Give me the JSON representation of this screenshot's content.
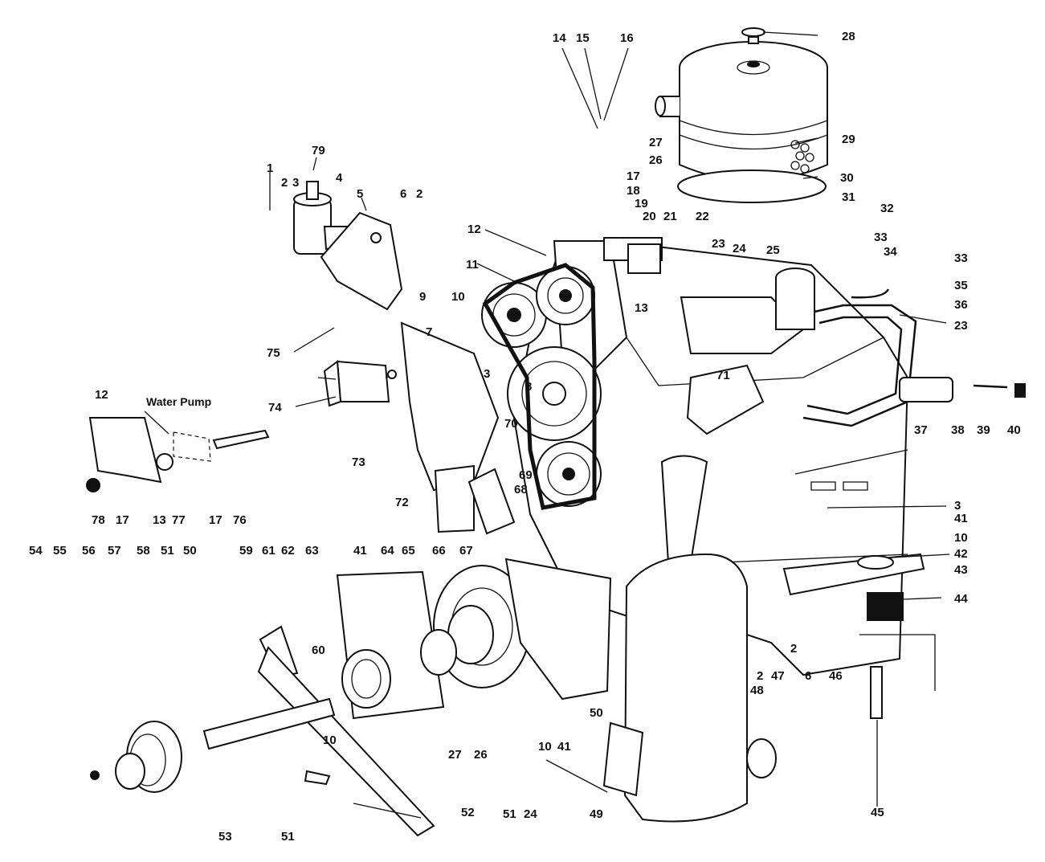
{
  "labels": {
    "water_pump": "Water Pump",
    "n14": "14",
    "n15": "15",
    "n16": "16",
    "n28": "28",
    "n79": "79",
    "n1": "1",
    "n2a": "2",
    "n3a": "3",
    "n4": "4",
    "n5": "5",
    "n6a": "6",
    "n2b": "2",
    "n17a": "17",
    "n18": "18",
    "n19": "19",
    "n20": "20",
    "n21": "21",
    "n22": "22",
    "n27a": "27",
    "n26a": "26",
    "n29": "29",
    "n30": "30",
    "n31": "31",
    "n32": "32",
    "n12a": "12",
    "n11": "11",
    "n23a": "23",
    "n24a": "24",
    "n25": "25",
    "n33a": "33",
    "n34": "34",
    "n33b": "33",
    "n35": "35",
    "n36": "36",
    "n23b": "23",
    "n9": "9",
    "n10a": "10",
    "n13a": "13",
    "n7": "7",
    "n75": "75",
    "n3b": "3",
    "n8": "8",
    "n71": "71",
    "n12b": "12",
    "n74": "74",
    "n70": "70",
    "n37": "37",
    "n38": "38",
    "n39": "39",
    "n40": "40",
    "n73": "73",
    "n69": "69",
    "n68": "68",
    "n72": "72",
    "n78": "78",
    "n17b": "17",
    "n13b": "13",
    "n77": "77",
    "n17c": "17",
    "n76": "76",
    "n3c": "3",
    "n41a": "41",
    "n10b": "10",
    "n42": "42",
    "n43": "43",
    "n44": "44",
    "n54": "54",
    "n55": "55",
    "n56": "56",
    "n57": "57",
    "n58": "58",
    "n51a": "51",
    "n50a": "50",
    "n59": "59",
    "n61": "61",
    "n62": "62",
    "n63": "63",
    "n41b": "41",
    "n64": "64",
    "n65": "65",
    "n66": "66",
    "n67": "67",
    "n60": "60",
    "n2c": "2",
    "n6b": "6",
    "n46": "46",
    "n2d": "2",
    "n47": "47",
    "n48": "48",
    "n27b": "27",
    "n26b": "26",
    "n51b": "51",
    "n24b": "24",
    "n10c": "10",
    "n41c": "41",
    "n50b": "50",
    "n10d": "10",
    "n52": "52",
    "n53": "53",
    "n51c": "51",
    "n49": "49",
    "n45": "45"
  },
  "icons": {
    "air_cleaner": "air-cleaner-icon",
    "coil": "ignition-coil-icon",
    "regulator": "voltage-regulator-icon",
    "muffler": "muffler-icon",
    "pulley": "pulley-icon",
    "engine_block": "engine-block-icon",
    "fuel_filter": "fuel-filter-icon"
  },
  "colors": {
    "ink": "#111111",
    "paper": "#ffffff"
  }
}
